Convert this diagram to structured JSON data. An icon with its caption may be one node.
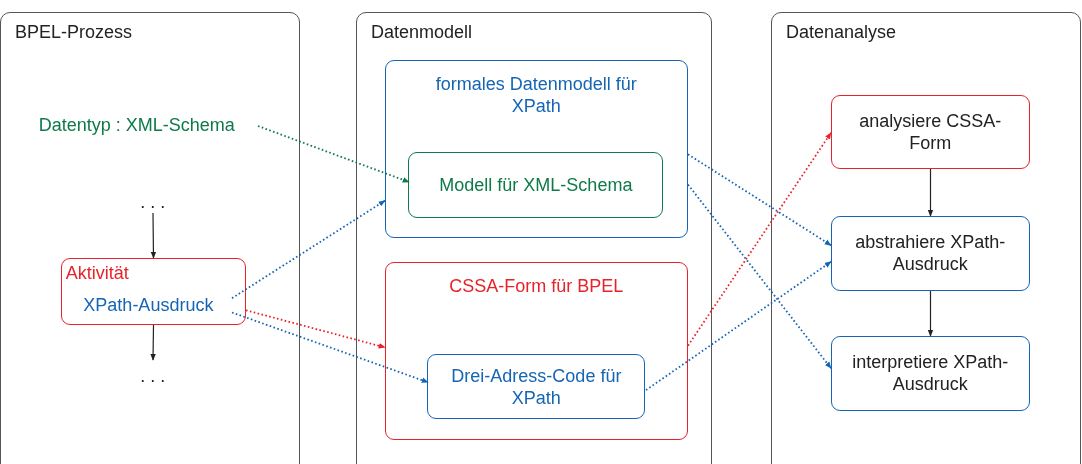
{
  "diagram": {
    "nodes": [
      {
        "text": [
          "BPEL-Prozess"
        ]
      },
      {
        "text": [
          "Datentyp : XML-Schema"
        ],
        "in": 0
      },
      {
        "text": [
          ". . ."
        ],
        "in": 0
      },
      {
        "text": [
          "Aktivität"
        ],
        "in": 0
      },
      {
        "text": [
          "XPath-Ausdruck"
        ],
        "in": 3
      },
      {
        "text": [
          ". . ."
        ],
        "in": 0
      },
      {
        "text": [
          "Datenmodell"
        ]
      },
      {
        "text": [
          "formales Datenmodell für XPath"
        ],
        "in": 6
      },
      {
        "text": [
          "Modell für XML-Schema"
        ],
        "in": 7
      },
      {
        "text": [
          "CSSA-Form für BPEL"
        ],
        "in": 6
      },
      {
        "text": [
          "Drei-Adress-Code für XPath"
        ],
        "in": 9
      },
      {
        "text": [
          "Datenanalyse"
        ]
      },
      {
        "text": [
          "analysiere CSSA-Form"
        ],
        "in": 11
      },
      {
        "text": [
          "abstrahiere XPath-Ausdruck"
        ],
        "in": 11
      },
      {
        "text": [
          "interpretiere XPath-Ausdruck"
        ],
        "in": 11
      }
    ],
    "edges": [
      {
        "from": 1,
        "to": 8,
        "arrow": "to",
        "style": "dashed",
        "color": "#0e7a4a"
      },
      {
        "from": 2,
        "to": 3,
        "arrow": "to",
        "color": "#222222"
      },
      {
        "from": 3,
        "to": 5,
        "arrow": "to",
        "color": "#222222"
      },
      {
        "from": 4,
        "to": 7,
        "arrow": "to",
        "style": "dashed"
      },
      {
        "from": 3,
        "to": 9,
        "arrow": "to",
        "style": "dashed",
        "color": "#e8222a"
      },
      {
        "from": 4,
        "to": 10,
        "arrow": "to",
        "style": "dashed"
      },
      {
        "from": 7,
        "to": 13,
        "arrow": "to",
        "style": "dashed"
      },
      {
        "from": 7,
        "to": 14,
        "arrow": "to",
        "style": "dashed"
      },
      {
        "from": 9,
        "to": 12,
        "arrow": "to",
        "style": "dashed",
        "color": "#e8222a"
      },
      {
        "from": 10,
        "to": 13,
        "arrow": "to",
        "style": "dashed"
      },
      {
        "from": 12,
        "to": 13,
        "arrow": "to",
        "color": "#222222"
      },
      {
        "from": 13,
        "to": 14,
        "arrow": "to",
        "color": "#222222"
      }
    ]
  }
}
